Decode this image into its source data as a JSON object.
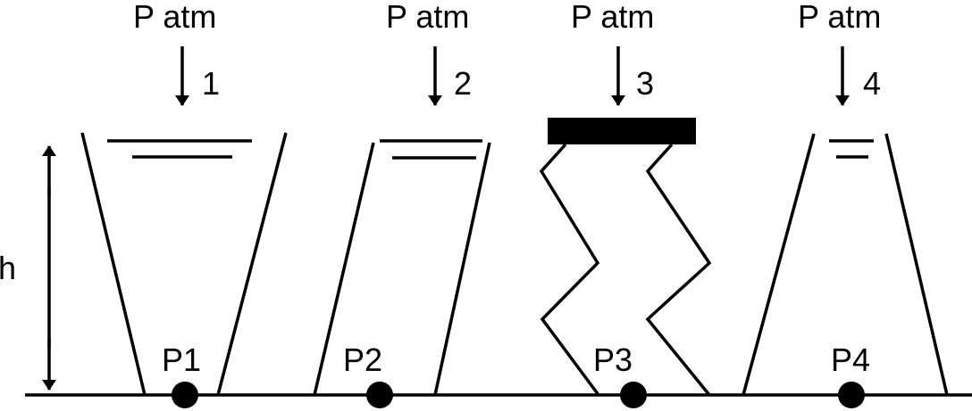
{
  "diagram": {
    "height_label": "h",
    "containers": [
      {
        "pressure_label": "P atm",
        "number_label": "1",
        "bottom_label": "P1"
      },
      {
        "pressure_label": "P atm",
        "number_label": "2",
        "bottom_label": "P2"
      },
      {
        "pressure_label": "P atm",
        "number_label": "3",
        "bottom_label": "P3"
      },
      {
        "pressure_label": "P atm",
        "number_label": "4",
        "bottom_label": "P4"
      }
    ],
    "colors": {
      "ink": "#000000",
      "background": "#ffffff"
    }
  }
}
